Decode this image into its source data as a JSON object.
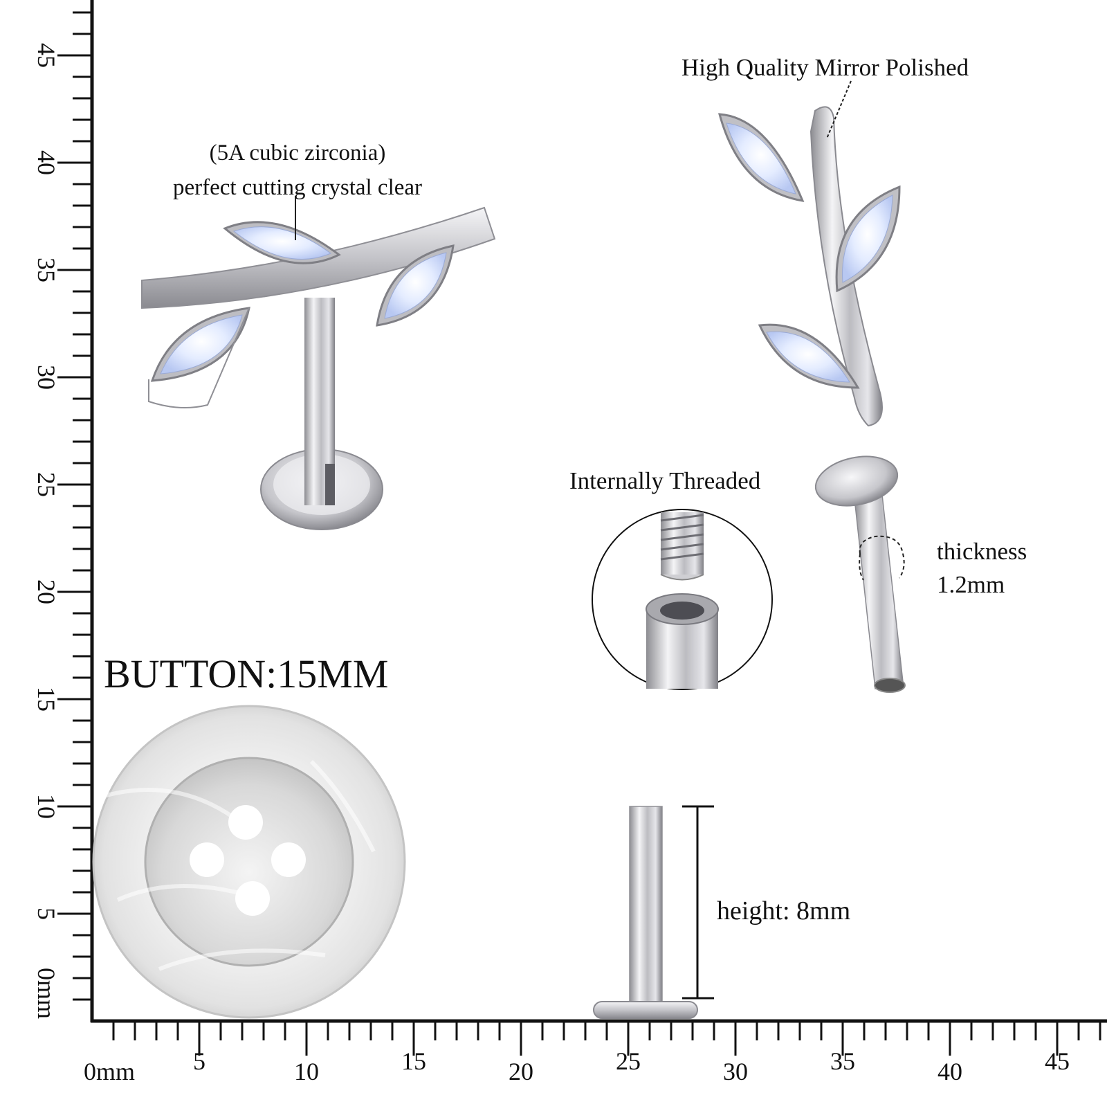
{
  "labels": {
    "zirconia_line1": "(5A cubic zirconia)",
    "zirconia_line2": "perfect cutting crystal clear",
    "mirror": "High Quality Mirror Polished",
    "threaded": "Internally Threaded",
    "thickness_line1": "thickness",
    "thickness_line2": "1.2mm",
    "height": "height: 8mm",
    "button": "BUTTON:15MM"
  },
  "ruler": {
    "unit": "mm",
    "x_ticks": [
      "0mm",
      "5",
      "10",
      "15",
      "20",
      "25",
      "30",
      "35",
      "40",
      "45"
    ],
    "y_ticks": [
      "0mm",
      "5",
      "10",
      "15",
      "20",
      "25",
      "30",
      "35",
      "40",
      "45"
    ]
  },
  "colors": {
    "ink": "#111111",
    "steel": "#c9c9cc",
    "crystal": "#dbe6ff"
  }
}
